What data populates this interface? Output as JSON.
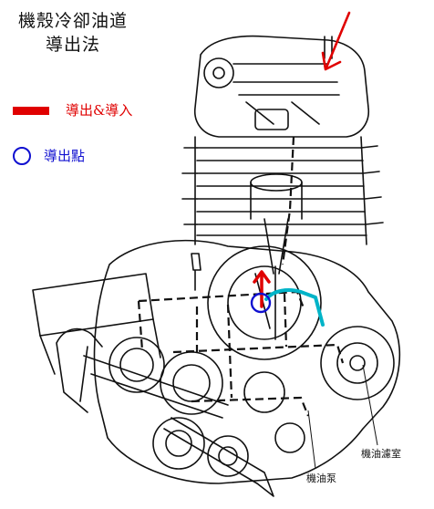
{
  "title": {
    "line1": "機殼冷卻油道",
    "line2": "導出法"
  },
  "legend": {
    "items": [
      {
        "label": "導出&導入",
        "symbol": "red-line",
        "color": "#e00000"
      },
      {
        "label": "導出點",
        "symbol": "blue-circle",
        "color": "#1010d0"
      }
    ]
  },
  "callouts": {
    "filter_chamber": "機油濾室",
    "oil_pump": "機油泵"
  },
  "colors": {
    "oil_path": "#00b4c8",
    "export_mark": "#e00000",
    "point_mark": "#1010d0"
  }
}
